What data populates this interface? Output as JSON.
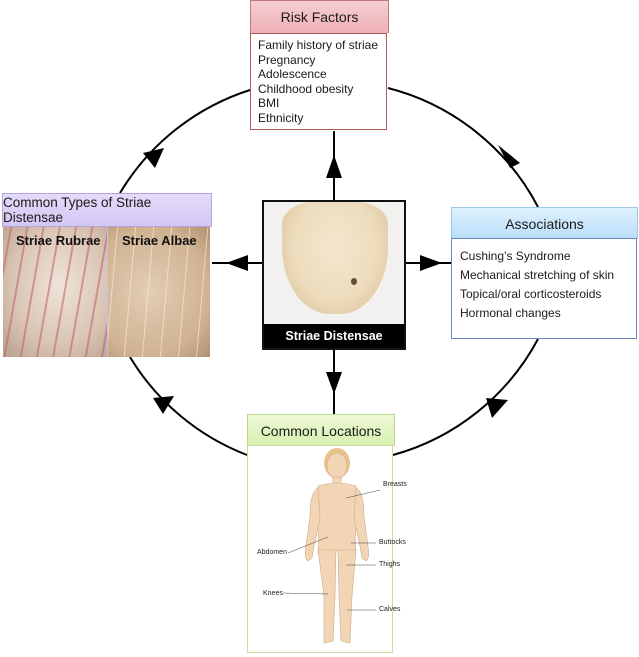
{
  "center": {
    "label": "Striae Distensae",
    "image": "abdomen-with-striae-photo"
  },
  "risk_factors": {
    "title": "Risk Factors",
    "items": [
      "Family history of striae",
      "Pregnancy",
      "Adolescence",
      "Childhood obesity",
      "BMI",
      "Ethnicity"
    ]
  },
  "associations": {
    "title": "Associations",
    "items": [
      "Cushing’s Syndrome",
      "Mechanical stretching of skin",
      "Topical/oral corticosteroids",
      "Hormonal changes"
    ]
  },
  "common_types": {
    "title": "Common Types of Striae Distensae",
    "types": [
      {
        "label": "Striae Rubrae",
        "image": "red-striae-photo"
      },
      {
        "label": "Striae Albae",
        "image": "white-striae-photo"
      }
    ]
  },
  "common_locations": {
    "title": "Common Locations",
    "image": "female-body-diagram",
    "labels": [
      "Breasts",
      "Buttocks",
      "Abdomen",
      "Thighs",
      "Knees",
      "Calves"
    ]
  },
  "colors": {
    "risk_header": "#f0b9bd",
    "associations_header": "#c5e5fb",
    "types_header": "#dcd2f7",
    "locations_header": "#e0f3bf"
  }
}
